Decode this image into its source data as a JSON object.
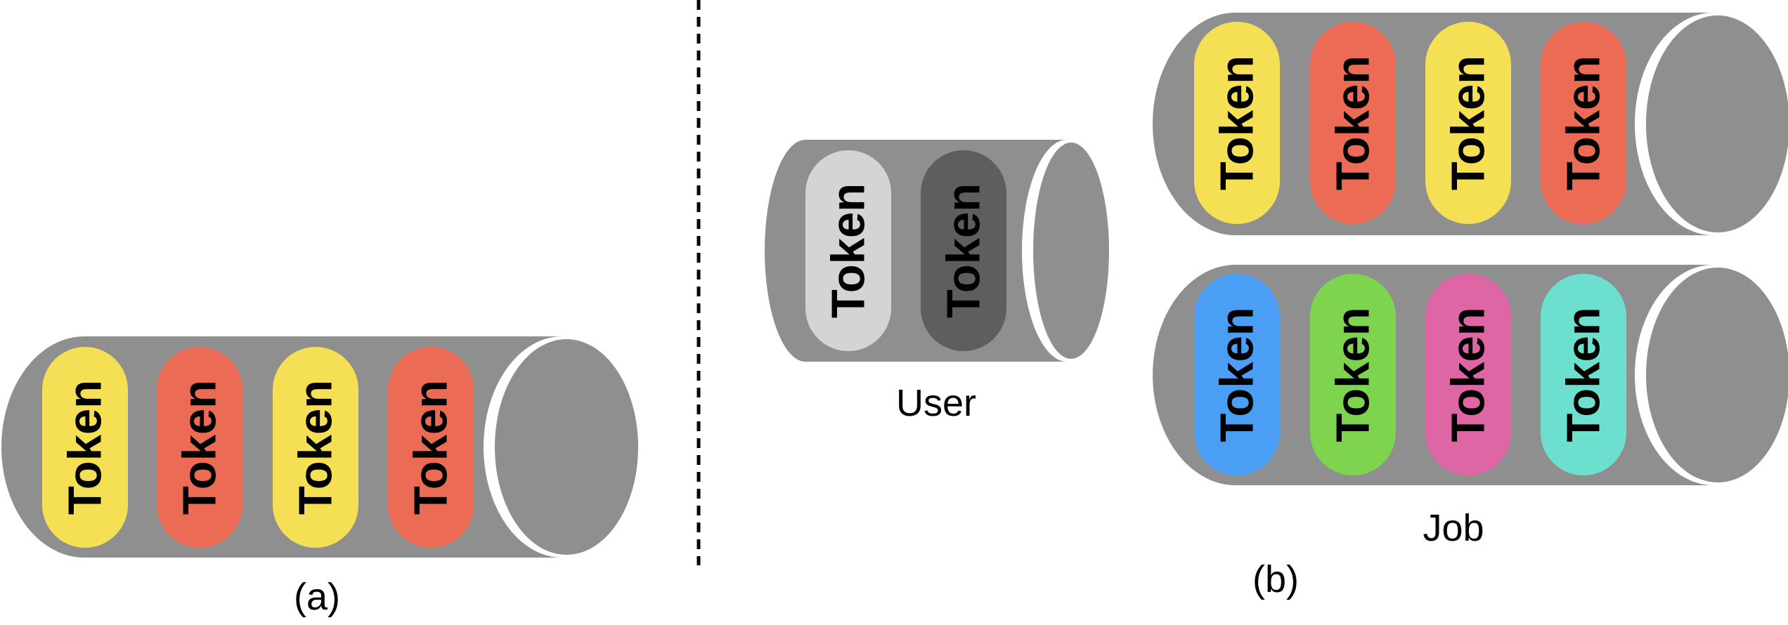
{
  "cylinder_color": "#8f8f8f",
  "divider_color": "#000000",
  "token_label": "Token",
  "panel_a": {
    "caption": "(a)",
    "tokens": [
      {
        "color": "#f5df54"
      },
      {
        "color": "#ec6b55"
      },
      {
        "color": "#f5df54"
      },
      {
        "color": "#ec6b55"
      }
    ]
  },
  "panel_b": {
    "caption": "(b)",
    "user": {
      "label": "User",
      "tokens": [
        {
          "color": "#d4d4d4"
        },
        {
          "color": "#5e5e5e"
        }
      ]
    },
    "job": {
      "label": "Job",
      "queues": [
        {
          "tokens": [
            {
              "color": "#f5df54"
            },
            {
              "color": "#ec6b55"
            },
            {
              "color": "#f5df54"
            },
            {
              "color": "#ec6b55"
            }
          ]
        },
        {
          "tokens": [
            {
              "color": "#4a9ff5"
            },
            {
              "color": "#7ed44f"
            },
            {
              "color": "#df66a4"
            },
            {
              "color": "#6ddfcf"
            }
          ]
        }
      ]
    }
  }
}
